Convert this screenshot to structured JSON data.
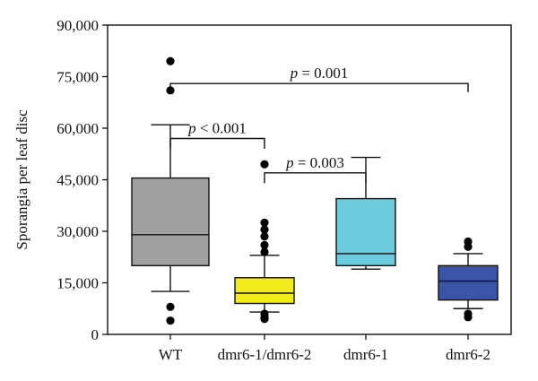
{
  "chart_data": {
    "type": "box",
    "title": "",
    "xlabel": "",
    "ylabel": "Sporangia per leaf disc",
    "ylim": [
      0,
      90000
    ],
    "yticks": [
      0,
      15000,
      30000,
      45000,
      60000,
      75000,
      90000
    ],
    "ytick_labels": [
      "0",
      "15,000",
      "30,000",
      "45,000",
      "60,000",
      "75,000",
      "90,000"
    ],
    "grid": false,
    "categories": [
      "WT",
      "dmr6-1/dmr6-2",
      "dmr6-1",
      "dmr6-2"
    ],
    "boxes": [
      {
        "category": "WT",
        "color": "#a0a0a0",
        "whisker_low": 12500,
        "q1": 20000,
        "median": 29000,
        "q3": 45500,
        "whisker_high": 61000,
        "outliers": [
          79500,
          71000,
          8000,
          4000
        ]
      },
      {
        "category": "dmr6-1/dmr6-2",
        "color": "#f2ec1a",
        "whisker_low": 6500,
        "q1": 9000,
        "median": 12000,
        "q3": 16500,
        "whisker_high": 23000,
        "outliers": [
          49500,
          32500,
          30500,
          28500,
          26000,
          24000,
          6000,
          5000,
          4500
        ]
      },
      {
        "category": "dmr6-1",
        "color": "#6ccbdc",
        "whisker_low": 19000,
        "q1": 20000,
        "median": 23500,
        "q3": 39500,
        "whisker_high": 51500,
        "outliers": []
      },
      {
        "category": "dmr6-2",
        "color": "#3a55a6",
        "whisker_low": 7500,
        "q1": 10000,
        "median": 15500,
        "q3": 20000,
        "whisker_high": 23500,
        "outliers": [
          27000,
          25500,
          6000,
          5000
        ]
      }
    ],
    "annotations": [
      {
        "from": 0,
        "to": 3,
        "y": 73000,
        "tick_drop": 2500,
        "label_prefix": "p",
        "label_rest": " = 0.001"
      },
      {
        "from": 0,
        "to": 1,
        "y": 57000,
        "tick_drop": 3000,
        "label_prefix": "p",
        "label_rest": " < 0.001"
      },
      {
        "from": 1,
        "to": 2,
        "y": 47000,
        "tick_drop": 3000,
        "label_prefix": "p",
        "label_rest": " = 0.003"
      }
    ]
  }
}
